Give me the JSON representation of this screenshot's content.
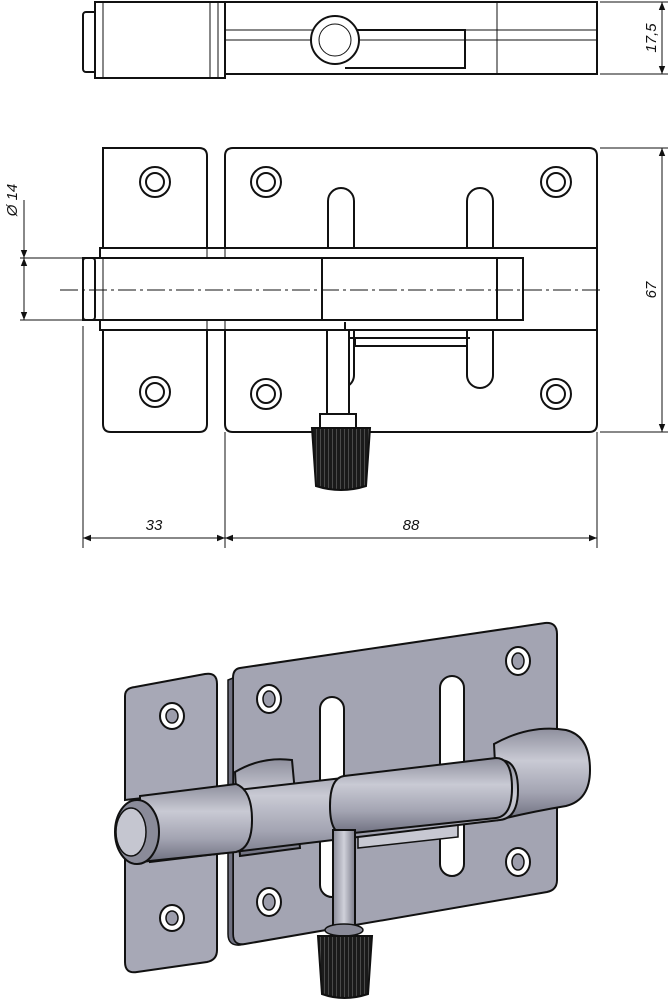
{
  "dimensions": {
    "height_top": "17,5",
    "diameter": "Ø 14",
    "height_front": "67",
    "width_left": "33",
    "width_right": "88"
  },
  "colors": {
    "line": "#111111",
    "metal_light": "#b9bac6",
    "metal_mid": "#9c9dab",
    "metal_dark": "#6f7080",
    "knob": "#1a1a1a"
  }
}
